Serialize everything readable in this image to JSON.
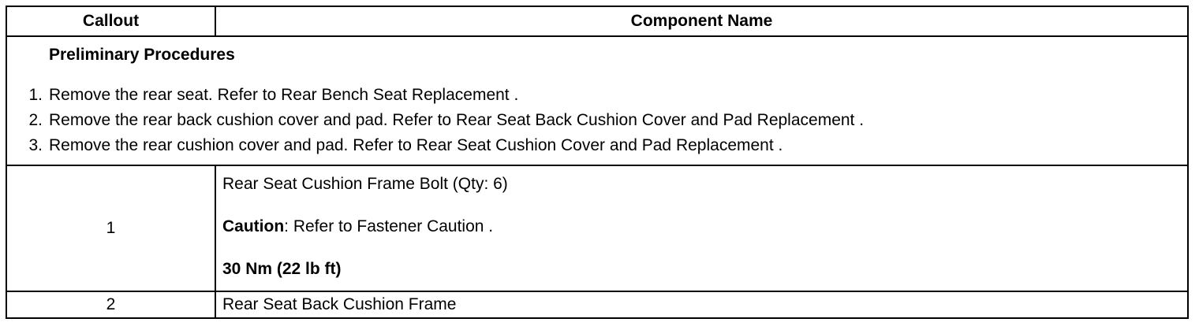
{
  "table": {
    "headers": {
      "callout": "Callout",
      "component_name": "Component Name"
    },
    "preliminary": {
      "title": "Preliminary Procedures",
      "steps": [
        {
          "num": "1.",
          "text": "Remove the rear seat. Refer to Rear Bench Seat Replacement ."
        },
        {
          "num": "2.",
          "text": "Remove the rear back cushion cover and pad. Refer to Rear Seat Back Cushion Cover and Pad Replacement ."
        },
        {
          "num": "3.",
          "text": "Remove the rear cushion cover and pad. Refer to Rear Seat Cushion Cover and Pad Replacement ."
        }
      ]
    },
    "rows": [
      {
        "callout": "1",
        "name": "Rear Seat Cushion Frame Bolt (Qty: 6)",
        "caution_label": "Caution",
        "caution_sep": ":",
        "caution_text": " Refer to Fastener Caution .",
        "torque": "30 Nm (22 lb ft)"
      },
      {
        "callout": "2",
        "name": "Rear Seat Back Cushion Frame"
      }
    ]
  }
}
